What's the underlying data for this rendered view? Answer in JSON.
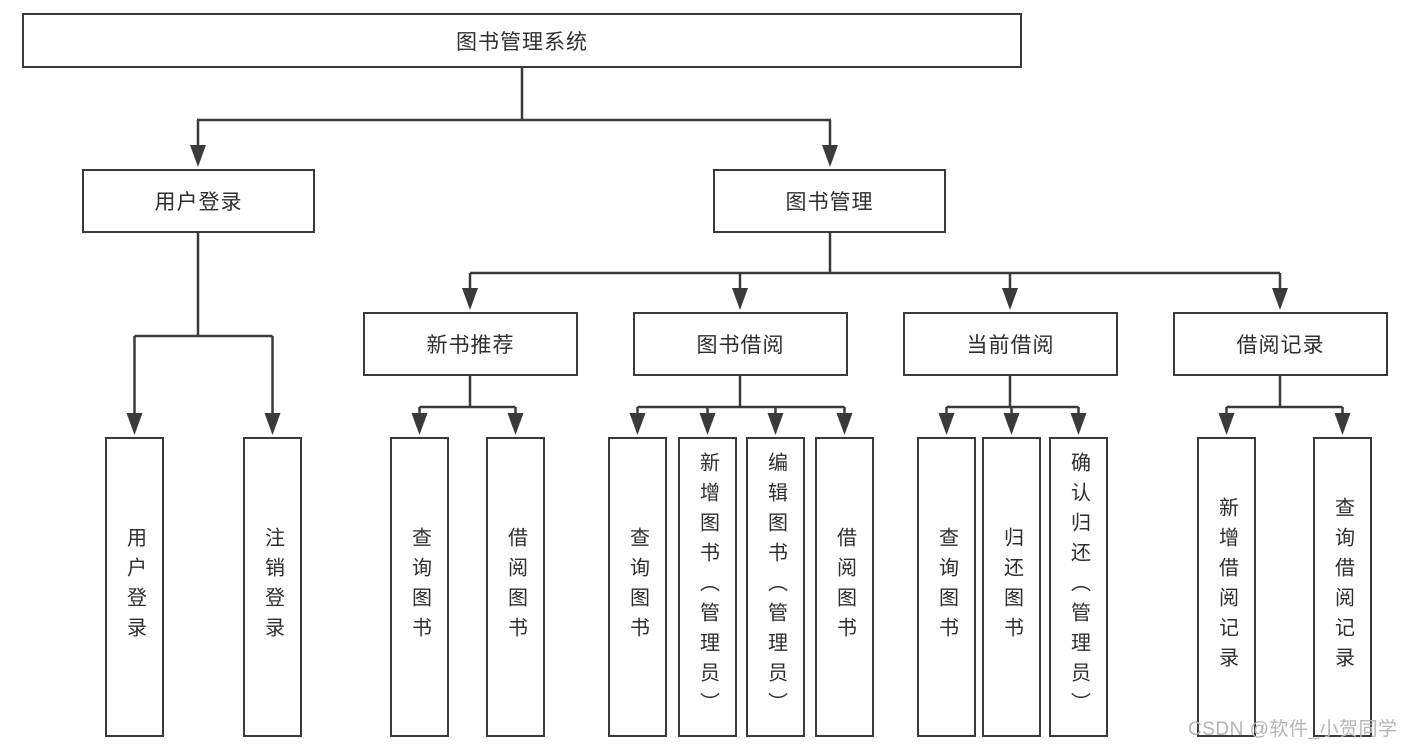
{
  "tree": {
    "root": {
      "label": "图书管理系统",
      "children": [
        {
          "label": "用户登录",
          "children": [
            {
              "label": "用户登录"
            },
            {
              "label": "注销登录"
            }
          ]
        },
        {
          "label": "图书管理",
          "children": [
            {
              "label": "新书推荐",
              "children": [
                {
                  "label": "查询图书"
                },
                {
                  "label": "借阅图书"
                }
              ]
            },
            {
              "label": "图书借阅",
              "children": [
                {
                  "label": "查询图书"
                },
                {
                  "label": "新增图书（管理员）"
                },
                {
                  "label": "编辑图书（管理员）"
                },
                {
                  "label": "借阅图书"
                }
              ]
            },
            {
              "label": "当前借阅",
              "children": [
                {
                  "label": "查询图书"
                },
                {
                  "label": "归还图书"
                },
                {
                  "label": "确认归还（管理员）"
                }
              ]
            },
            {
              "label": "借阅记录",
              "children": [
                {
                  "label": "新增借阅记录"
                },
                {
                  "label": "查询借阅记录"
                }
              ]
            }
          ]
        }
      ]
    }
  },
  "watermark": {
    "text": "CSDN @软件_小贺同学"
  },
  "colors": {
    "line": "#3a3a3a",
    "box_border": "#3a3a3a",
    "text": "#2e2e2e",
    "watermark": "#b5b5b5",
    "background": "#ffffff"
  }
}
